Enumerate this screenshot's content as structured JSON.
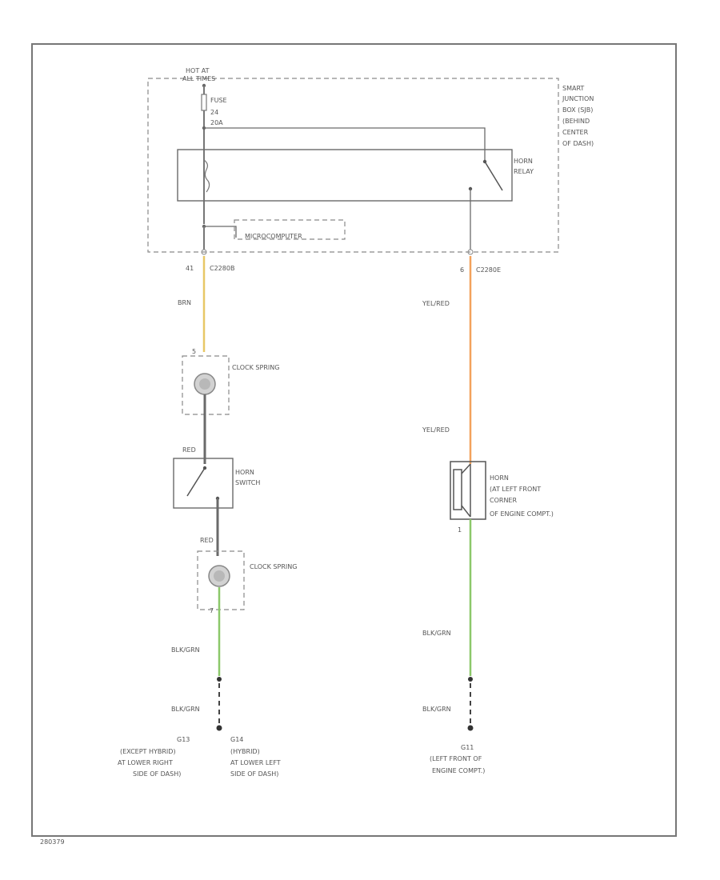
{
  "module": {
    "power_label": [
      "HOT AT",
      "ALL TIMES"
    ],
    "fuse_label": [
      "FUSE",
      "24",
      "20A"
    ],
    "sjb_label": [
      "SMART",
      "JUNCTION",
      "BOX (SJB)",
      "(BEHIND",
      "CENTER",
      "OF DASH)"
    ],
    "relay_label": [
      "HORN",
      "RELAY"
    ],
    "microcomputer_label": "MICROCOMPUTER"
  },
  "left_circuit": {
    "pin_label": "41",
    "connector_label": "C2280B",
    "wire_color_1": "BRN",
    "wire_color_1_hex": "#e8c766",
    "clock_spring_top_pin": "5",
    "clock_spring_top_label": "CLOCK SPRING",
    "wire_color_2": "RED",
    "horn_switch_label": [
      "HORN",
      "SWITCH"
    ],
    "wire_color_3": "RED",
    "clock_spring_bottom_label": "CLOCK SPRING",
    "clock_spring_bottom_pin": "7",
    "wire_color_4": "BLK/GRN",
    "wire_color_4_hex": "#8cc86a",
    "wire_color_5": "BLK/GRN",
    "ground_1_label": [
      "G13",
      "(EXCEPT HYBRID)",
      "AT LOWER RIGHT",
      "SIDE OF DASH)"
    ],
    "ground_2_label": [
      "G14",
      "(HYBRID)",
      "AT LOWER LEFT",
      "SIDE OF DASH)"
    ]
  },
  "right_circuit": {
    "pin_label": "6",
    "connector_label": "C2280E",
    "wire_color_1": "YEL/RED",
    "wire_color_1_hex": "#f3a25c",
    "wire_color_2": "YEL/RED",
    "horn_label": [
      "HORN",
      "(AT LEFT FRONT",
      "CORNER",
      "OF ENGINE COMPT.)"
    ],
    "horn_pin": "1",
    "wire_color_3": "BLK/GRN",
    "wire_color_3_hex": "#8cc86a",
    "wire_color_4": "BLK/GRN",
    "ground_label": [
      "G11",
      "(LEFT FRONT OF",
      "ENGINE COMPT.)"
    ]
  },
  "footer_code": "280379"
}
